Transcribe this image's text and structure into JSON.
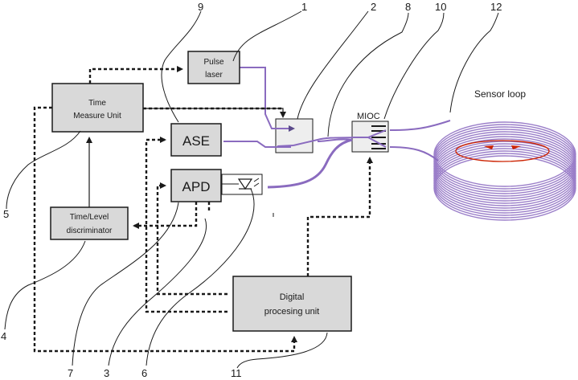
{
  "blocks": {
    "pulse_laser": [
      "Pulse",
      "laser"
    ],
    "time_measure": [
      "Time",
      "Measure Unit"
    ],
    "ase": "ASE",
    "apd": "APD",
    "discriminator": [
      "Time/Level",
      "discriminator"
    ],
    "mioc": "MIOC",
    "digital": [
      "Digital",
      "procesing unit"
    ],
    "sensor_loop": "Sensor loop"
  },
  "reference_numbers": {
    "n1": "1",
    "n2": "2",
    "n3": "3",
    "n4": "4",
    "n5": "5",
    "n6": "6",
    "n7": "7",
    "n8": "8",
    "n9": "9",
    "n10": "10",
    "n11": "11",
    "n12": "12"
  },
  "colors": {
    "fiber": "#8a6bbf",
    "block_fill": "#d9d9d9",
    "arrow_red": "#cc2200"
  }
}
